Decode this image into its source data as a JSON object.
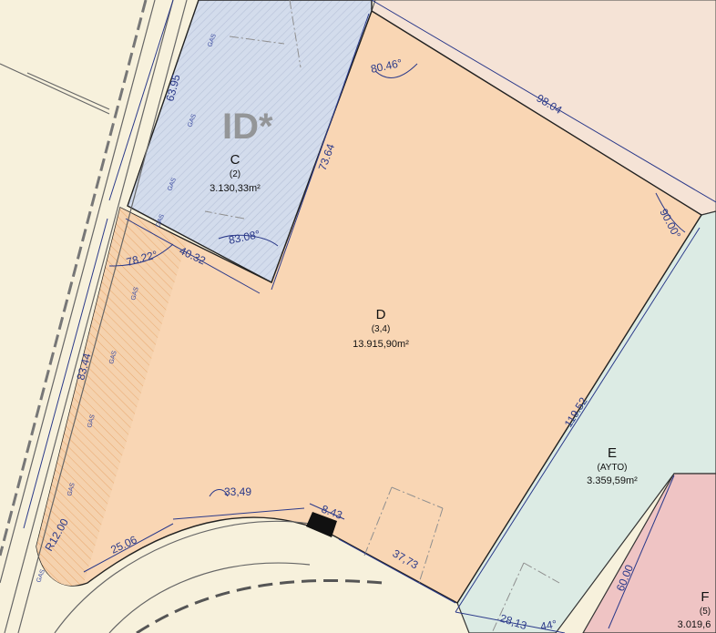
{
  "parcels": {
    "C": {
      "letter": "C",
      "code": "(2)",
      "area": "3.130,33m²"
    },
    "D": {
      "letter": "D",
      "code": "(3,4)",
      "area": "13.915,90m²"
    },
    "E": {
      "letter": "E",
      "code": "(AYTO)",
      "area": "3.359,59m²"
    },
    "F": {
      "letter": "F",
      "code": "(5)",
      "area": "3.019,6"
    }
  },
  "watermark": "ID*",
  "dimensions": {
    "d_98_04": "98.04",
    "d_63_95": "63.95",
    "d_73_64": "73.64",
    "d_40_32": "40.32",
    "d_83_44": "83.44",
    "d_119_52": "119.52",
    "d_33_49": "33,49",
    "d_8_43": "8.43",
    "d_25_06": "25.06",
    "d_37_73": "37,73",
    "d_60_00": "60.00",
    "d_28_13": "28,13",
    "d_r12": "R12.00"
  },
  "angles": {
    "a_80_46": "80.46°",
    "a_78_22": "78.22°",
    "a_83_08": "83.08°",
    "a_90_00": "90.00°",
    "a_44": "44°"
  },
  "utility": {
    "gas": "GAS"
  },
  "colors": {
    "parcel_d": "#f9d6b4",
    "parcel_c": "#d3dcec",
    "parcel_e": "#dcebe4",
    "parcel_f": "#efc4c4",
    "road": "#f7f1dc",
    "top": "#f5e3d6",
    "dims": "#2b3a8a"
  }
}
